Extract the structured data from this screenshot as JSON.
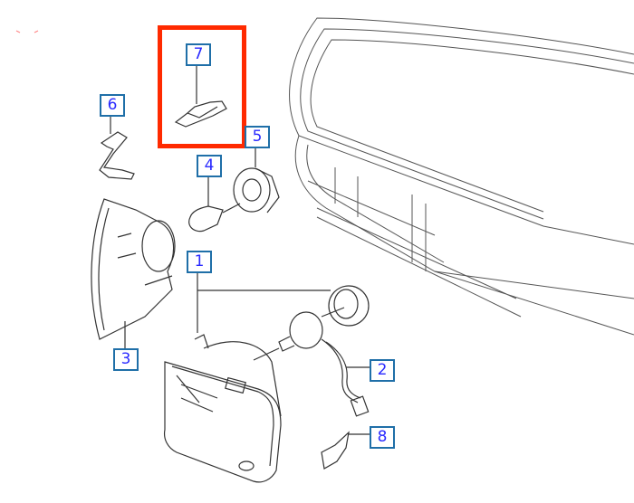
{
  "diagram": {
    "highlighted_part": "7",
    "highlight_color": "#ff2a00",
    "callout_border_color": "#1f6fa8",
    "callout_text_color": "#2a2aff",
    "callouts": [
      {
        "id": "1",
        "label": "1",
        "part": "headlamp"
      },
      {
        "id": "2",
        "label": "2",
        "part": "bulb-holder-with-wiring"
      },
      {
        "id": "3",
        "label": "3",
        "part": "side-indicator-lamp"
      },
      {
        "id": "4",
        "label": "4",
        "part": "bulb"
      },
      {
        "id": "5",
        "label": "5",
        "part": "bulb-socket"
      },
      {
        "id": "6",
        "label": "6",
        "part": "spring-clip"
      },
      {
        "id": "7",
        "label": "7",
        "part": "retaining-clip"
      },
      {
        "id": "8",
        "label": "8",
        "part": "bracket-clip"
      }
    ]
  }
}
